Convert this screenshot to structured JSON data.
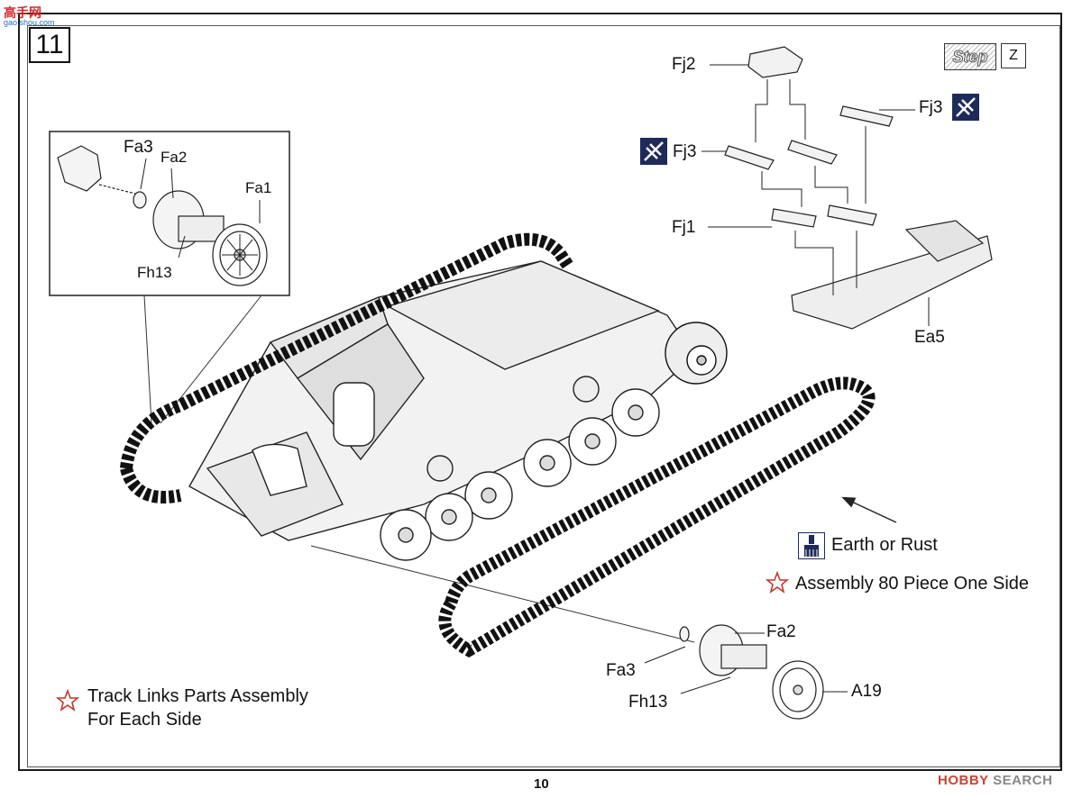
{
  "watermark": {
    "text": "高手网",
    "sub": "gao.shou.com"
  },
  "step": {
    "number": "11",
    "badge": "Step",
    "badge_letter": "Z"
  },
  "parts": {
    "fj2": "Fj2",
    "fj3_right": "Fj3",
    "fj3_left": "Fj3",
    "fj1": "Fj1",
    "ea5": "Ea5",
    "fa3_inset": "Fa3",
    "fa2_inset": "Fa2",
    "fa1_inset": "Fa1",
    "fh13_inset": "Fh13",
    "fa2_bottom": "Fa2",
    "fa3_bottom": "Fa3",
    "fh13_bottom": "Fh13",
    "a19": "A19"
  },
  "notes": {
    "earth_rust": "Earth or Rust",
    "assembly_80": "Assembly 80 Piece One Side",
    "track_links_line1": "Track Links Parts Assembly",
    "track_links_line2": "For Each Side"
  },
  "icons": {
    "fj3_right_icon": "cross-out-icon",
    "fj3_left_icon": "cross-out-icon",
    "brush_icon": "paint-brush-icon",
    "star_icon": "star-outline-icon"
  },
  "colors": {
    "star": "#c0392b",
    "icon_bg": "#1e2a5c"
  },
  "footer": {
    "page": "10",
    "logo_prefix": "HOBBY",
    "logo_suffix": "SEARCH"
  }
}
